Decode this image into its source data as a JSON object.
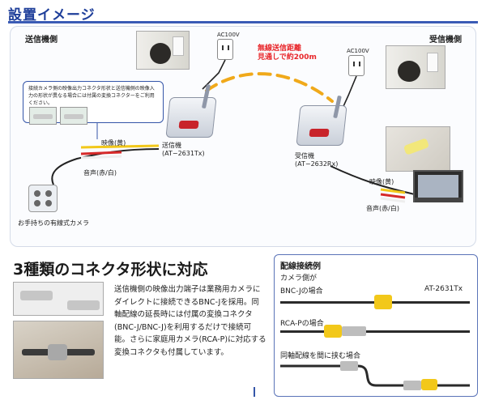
{
  "header": {
    "title": "設置イメージ"
  },
  "diagram": {
    "sender_side": "送信機側",
    "receiver_side": "受信機側",
    "ac_left": "AC100V",
    "ac_right": "AC100V",
    "range_line1": "無線送信距離",
    "range_line2": "見通しで約200m",
    "callout": "接続カメラ側の映像出力コネクタ形状と送信機側の映像入力の形状が異なる場合には付属の変換コネクターをご利用ください。",
    "tx_video": "映像(黄)",
    "tx_audio": "音声(赤/白)",
    "tx_name_line1": "送信機",
    "tx_name_line2": "(AT−2631Tx)",
    "camera_label": "お手持ちの有線式カメラ",
    "rx_name_line1": "受信機",
    "rx_name_line2": "(AT−2632Rx)",
    "rx_video": "映像(黄)",
    "rx_audio": "音声(赤/白)"
  },
  "connectors": {
    "title": "3種類のコネクタ形状に対応",
    "body": "送信機側の映像出力端子は業務用カメラにダイレクトに接続できるBNC-Jを採用。同軸配線の延長時には付属の変換コネクタ(BNC-J/BNC-J)を利用するだけで接続可能。さらに家庭用カメラ(RCA-P)に対応する変換コネクタも付属しています。"
  },
  "wiring": {
    "title": "配線接続例",
    "camera_side": "カメラ側が",
    "bnc_case": "BNC-Jの場合",
    "model": "AT-2631Tx",
    "rca_case": "RCA-Pの場合",
    "coax_case": "同軸配線を間に挟む場合"
  },
  "colors": {
    "accent": "#1f3f9a",
    "range_text": "#e8262a",
    "video": "#f2c81a",
    "audio_red": "#d62a2a",
    "wave": "#f0a91a"
  }
}
